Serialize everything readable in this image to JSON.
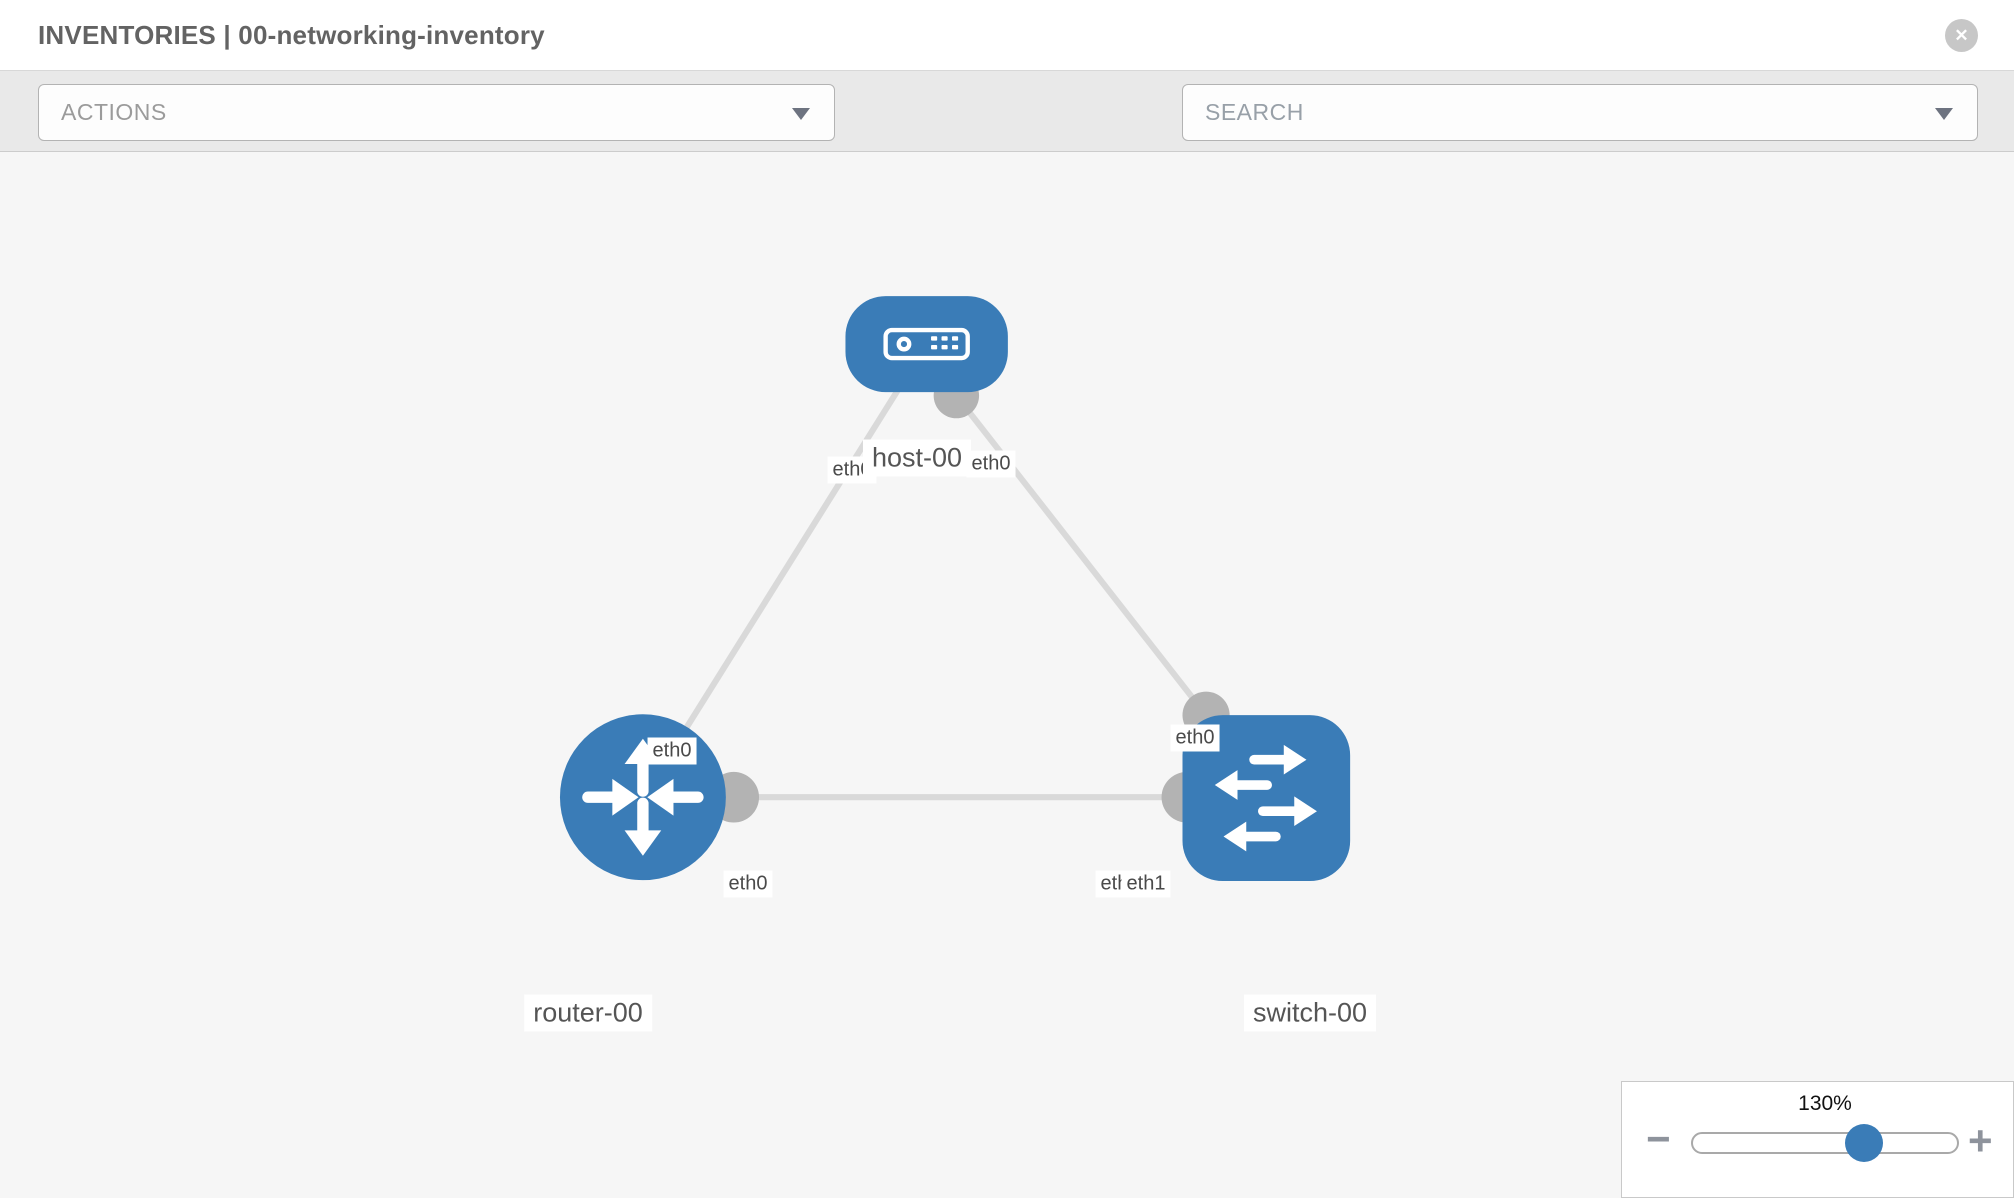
{
  "header": {
    "title": "INVENTORIES | 00-networking-inventory",
    "close_glyph": "✕"
  },
  "toolbar": {
    "actions_label": "ACTIONS",
    "search_placeholder": "SEARCH"
  },
  "topology": {
    "nodes": [
      {
        "label": "host-00",
        "type": "host"
      },
      {
        "label": "router-00",
        "type": "router"
      },
      {
        "label": "switch-00",
        "type": "switch"
      }
    ],
    "links": [
      {
        "from": "host-00",
        "to": "router-00",
        "from_interface": "eth0",
        "to_interface": "eth0"
      },
      {
        "from": "host-00",
        "to": "switch-00",
        "from_interface": "eth0",
        "to_interface": "eth0"
      },
      {
        "from": "router-00",
        "to": "switch-00",
        "from_interface": "eth0",
        "to_interface": "eth1",
        "to_interface_overlapped": "eth0"
      }
    ]
  },
  "zoom_control": {
    "level": "130%",
    "minus_glyph": "−",
    "plus_glyph": "+"
  },
  "colors": {
    "node_fill": "#3a7cb7",
    "edge": "#d9d9d9",
    "port": "#b3b3b3",
    "canvas_bg": "#f6f6f6",
    "toolbar_bg": "#e9e9e9"
  }
}
